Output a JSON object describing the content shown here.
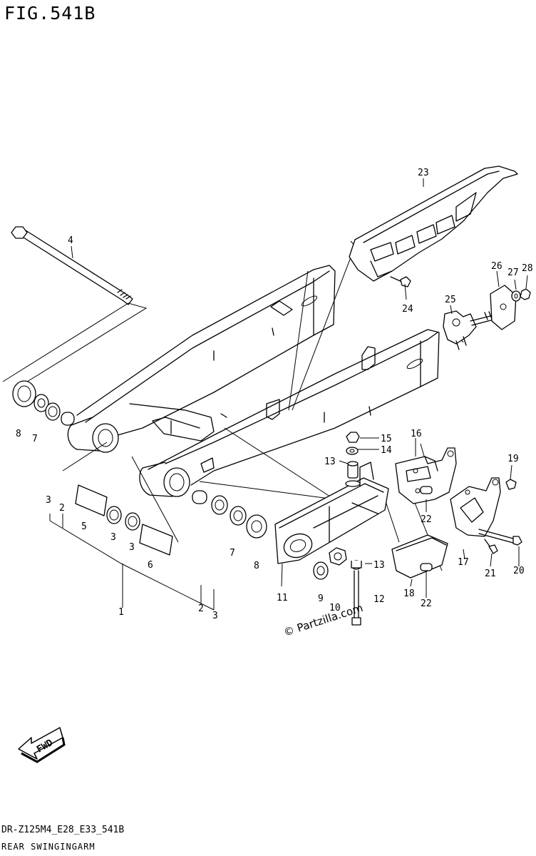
{
  "header": {
    "figure_title": "FIG.541B"
  },
  "footer": {
    "model_code": "DR-Z125M4_E28_E33_541B",
    "section_title": "REAR SWINGINGARM"
  },
  "watermark": "© Partzilla.com",
  "fwd_label": "FWD",
  "callouts": {
    "c1": "1",
    "c2a": "2",
    "c2b": "2",
    "c3a": "3",
    "c3b": "3",
    "c3c": "3",
    "c3d": "3",
    "c4": "4",
    "c5": "5",
    "c6": "6",
    "c7a": "7",
    "c7b": "7",
    "c8a": "8",
    "c8b": "8",
    "c9": "9",
    "c10": "10",
    "c11": "11",
    "c12": "12",
    "c13a": "13",
    "c13b": "13",
    "c14": "14",
    "c15": "15",
    "c16": "16",
    "c17": "17",
    "c18": "18",
    "c19": "19",
    "c20": "20",
    "c21": "21",
    "c22a": "22",
    "c22b": "22",
    "c23": "23",
    "c24": "24",
    "c25": "25",
    "c26": "26",
    "c27": "27",
    "c28": "28"
  },
  "colors": {
    "line": "#000000",
    "background": "#ffffff"
  }
}
